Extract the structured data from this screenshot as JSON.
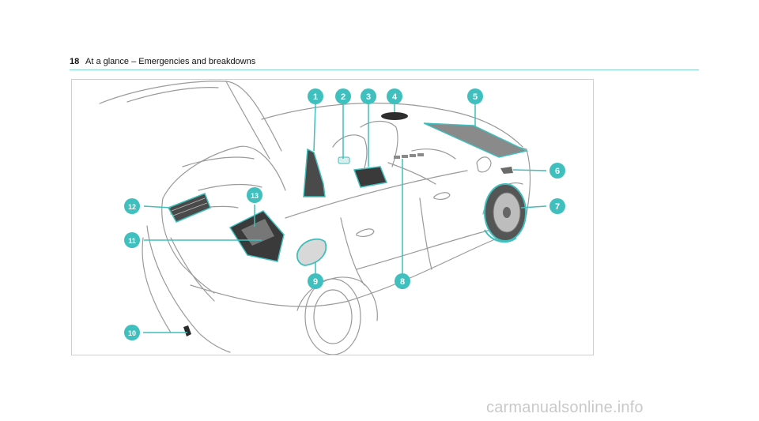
{
  "header": {
    "page_number": "18",
    "section_title": "At a glance – Emergencies and breakdowns"
  },
  "figure": {
    "accent_color": "#3fbfbd",
    "line_color": "#8f8f8f",
    "callouts": [
      "1",
      "2",
      "3",
      "4",
      "5",
      "6",
      "7",
      "8",
      "9",
      "10",
      "11",
      "12",
      "13"
    ]
  },
  "watermark": "carmanualsonline.info"
}
